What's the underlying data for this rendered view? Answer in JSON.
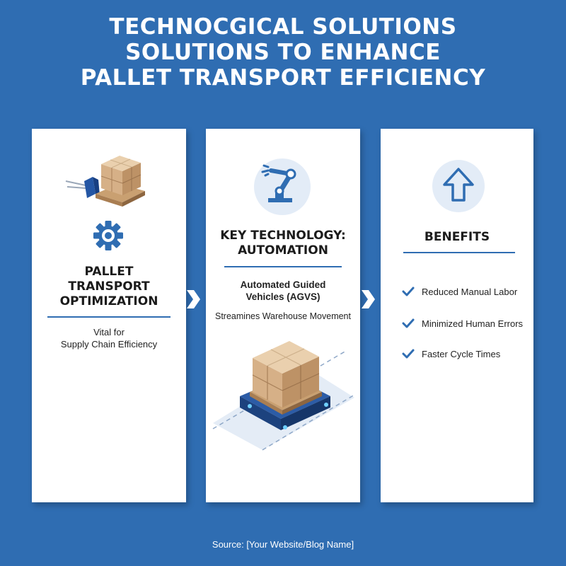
{
  "title": {
    "line1": "TECHNOCGICAL SOLUTIONS",
    "line2": "SOLUTIONS TO ENHANCE",
    "line3": "PALLET TRANSPORT EFFICIENCY"
  },
  "card1": {
    "heading_line1": "PALLET",
    "heading_line2": "TRANSPORT",
    "heading_line3": "OPTIMIZATION",
    "text_line1": "Vital for",
    "text_line2": "Supply Chain Efficiency",
    "icons": [
      "pallet-jack-icon",
      "gear-icon"
    ]
  },
  "card2": {
    "heading_line1": "KEY TECHNOLOGY:",
    "heading_line2": "AUTOMATION",
    "subheading_line1": "Automated Guided",
    "subheading_line2": "Vehicles (AGVS)",
    "text": "Streamines Warehouse Movement",
    "icons": [
      "robot-arm-icon",
      "agv-pallet-illustration"
    ]
  },
  "card3": {
    "heading": "BENEFITS",
    "items": [
      "Reduced Manual Labor",
      "Minimized Human Errors",
      "Faster Cycle Times"
    ],
    "icons": [
      "up-arrow-icon",
      "check-icon"
    ]
  },
  "source": "Source: [Your Website/Blog Name]",
  "colors": {
    "background": "#2f6db2",
    "card": "#ffffff",
    "accent": "#2f6db2",
    "box": "#d9b48a",
    "agv": "#1f4f96"
  }
}
